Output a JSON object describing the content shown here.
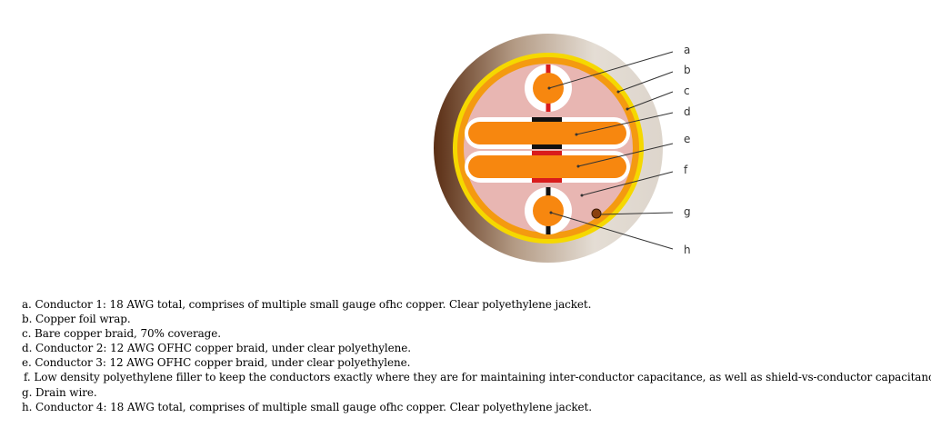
{
  "diagram": {
    "callouts": [
      {
        "letter": "a",
        "part": "conductor-1"
      },
      {
        "letter": "b",
        "part": "copper-foil-wrap"
      },
      {
        "letter": "c",
        "part": "bare-copper-braid"
      },
      {
        "letter": "d",
        "part": "conductor-2"
      },
      {
        "letter": "e",
        "part": "conductor-3"
      },
      {
        "letter": "f",
        "part": "polyethylene-filler"
      },
      {
        "letter": "g",
        "part": "drain-wire"
      },
      {
        "letter": "h",
        "part": "conductor-4"
      }
    ],
    "colors": {
      "jacket_dark": "#5a2e14",
      "jacket_light": "#e4ddd4",
      "foil": "#f5d800",
      "braid": "#f49a10",
      "filler": "#e8b6b2",
      "conductor": "#f7870f",
      "insulation": "#ffffff",
      "marker_red": "#d91c1c",
      "marker_black": "#111111",
      "drain": "#8a4010",
      "leader": "#333333"
    }
  },
  "legend": [
    "a. Conductor 1: 18 AWG total, comprises of multiple small gauge ofhc copper. Clear polyethylene jacket.",
    "b. Copper foil wrap.",
    "c. Bare copper braid, 70% coverage.",
    "d. Conductor 2: 12 AWG OFHC copper braid, under clear polyethylene.",
    "e. Conductor 3: 12 AWG OFHC copper braid, under clear polyethylene.",
    "f. Low density polyethylene filler to keep the conductors exactly where they are for maintaining inter-conductor capacitance, as well as shield-vs-conductor capacitance",
    "g. Drain wire.",
    "h. Conductor 4: 18 AWG total, comprises of multiple small gauge ofhc copper. Clear polyethylene jacket."
  ]
}
